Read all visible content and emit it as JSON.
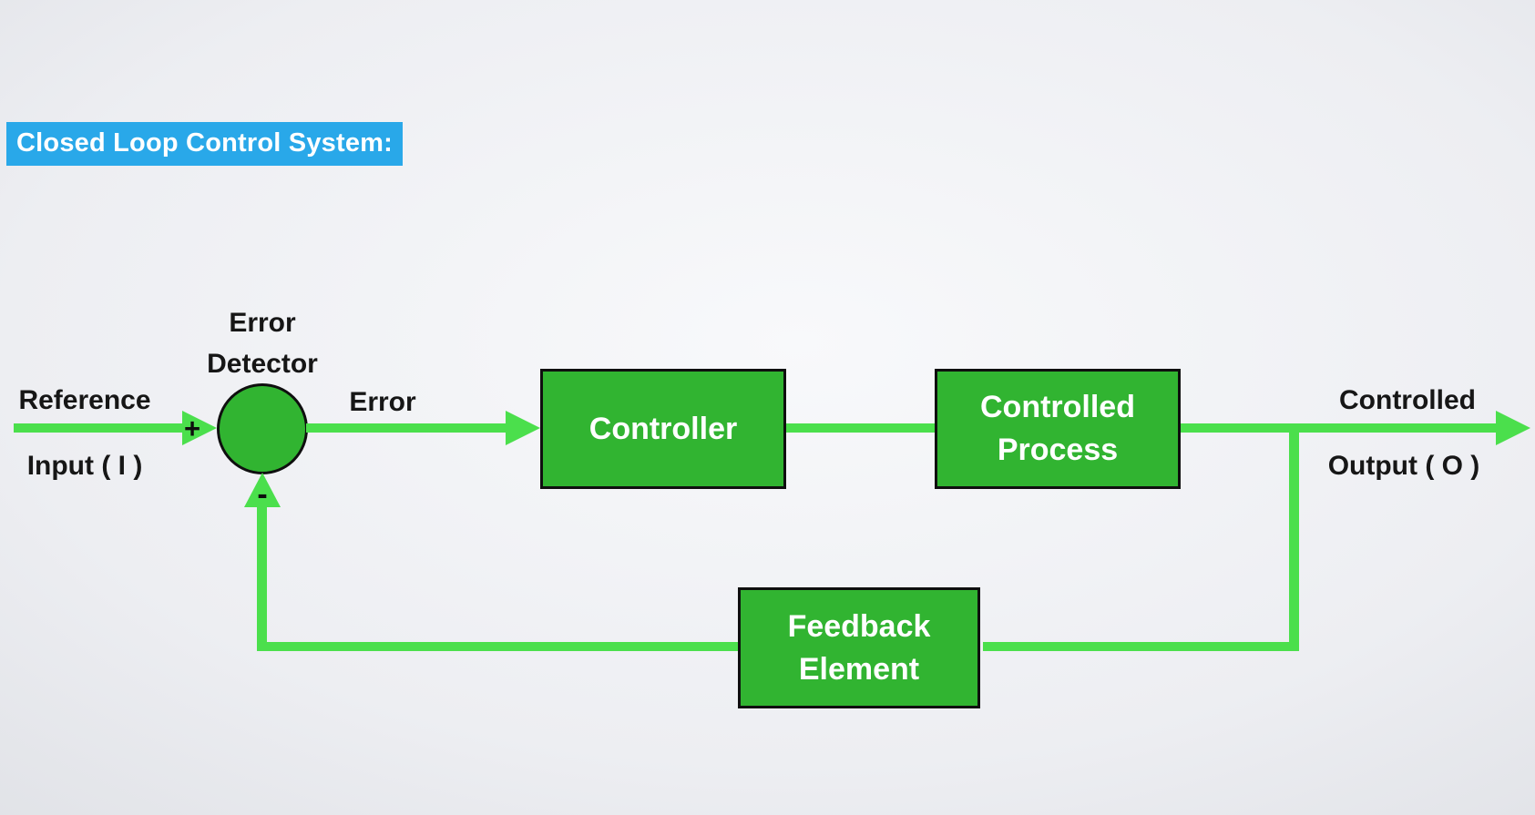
{
  "colors": {
    "accent_line_green": "#4BDF4C",
    "accent_shape_green": "#31B431",
    "title_bg_blue": "#29A8E9",
    "text_black": "#161616",
    "box_text_white": "#FFFFFF"
  },
  "title": "Closed Loop Control System:",
  "diagram": {
    "error_detector": {
      "label_line1": "Error",
      "label_line2": "Detector",
      "plus": "+",
      "minus": "-"
    },
    "input": {
      "line1": "Reference",
      "line2": "Input ( I )"
    },
    "error_signal": "Error",
    "controller": {
      "label": "Controller"
    },
    "controlled_process": {
      "line1": "Controlled",
      "line2": "Process"
    },
    "output": {
      "line1": "Controlled",
      "line2": "Output ( O )"
    },
    "feedback_element": {
      "line1": "Feedback",
      "line2": "Element"
    }
  }
}
